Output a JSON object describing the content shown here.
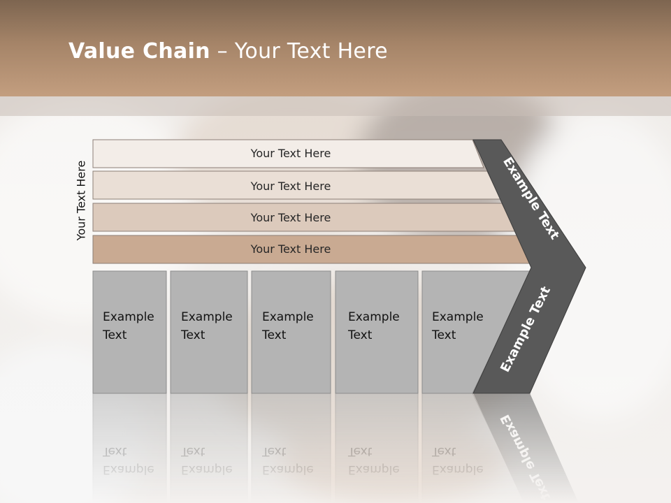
{
  "slide": {
    "title_bold": "Value Chain",
    "title_rest": " – Your Text Here",
    "side_label": "Your Text Here"
  },
  "bars": [
    {
      "label": "Your Text Here",
      "color": "#f3ede8"
    },
    {
      "label": "Your Text Here",
      "color": "#eadfd6"
    },
    {
      "label": "Your Text Here",
      "color": "#dccabc"
    },
    {
      "label": "Your Text Here",
      "color": "#c9aa92"
    }
  ],
  "cells": [
    {
      "line1": "Example",
      "line2": "Text"
    },
    {
      "line1": "Example",
      "line2": "Text"
    },
    {
      "line1": "Example",
      "line2": "Text"
    },
    {
      "line1": "Example",
      "line2": "Text"
    },
    {
      "line1": "Example",
      "line2": "Text"
    }
  ],
  "chevron": {
    "upper_label": "Example Text",
    "lower_label": "Example Text",
    "color": "#595959"
  },
  "colors": {
    "cell_fill": "#b4b4b4",
    "header_brown": "#a58468"
  }
}
